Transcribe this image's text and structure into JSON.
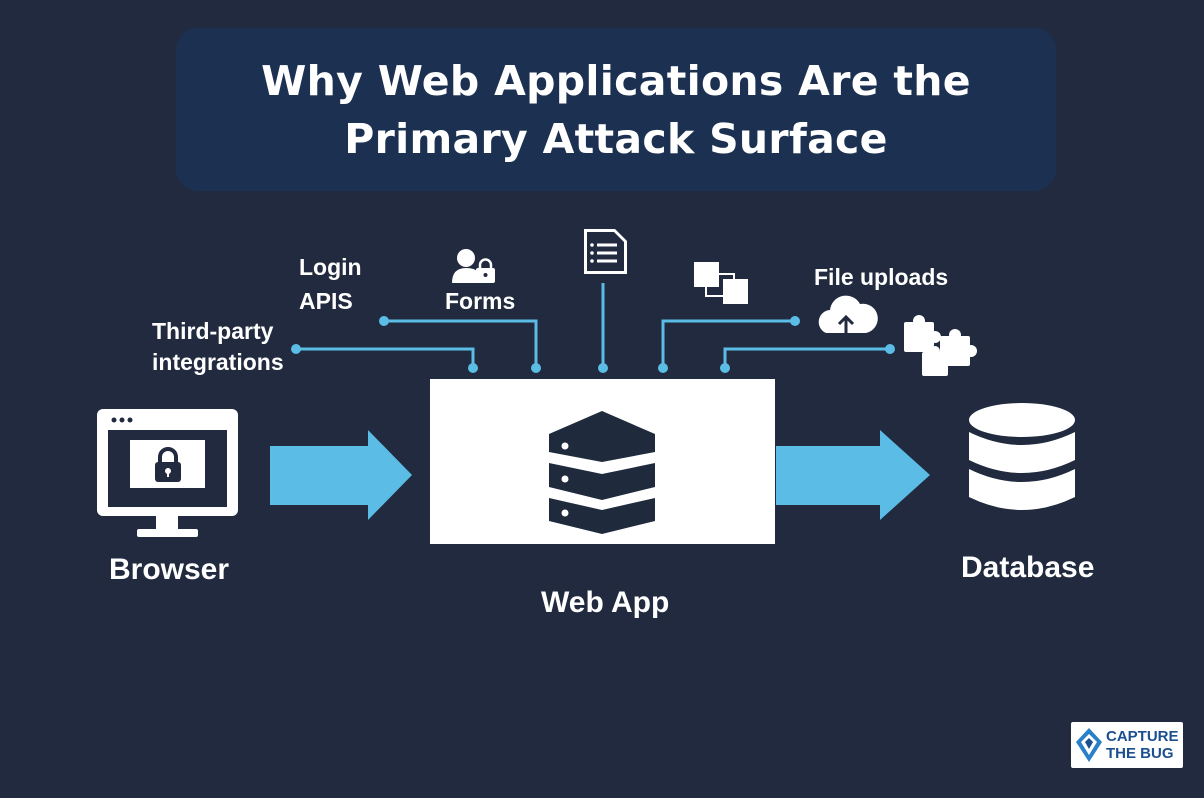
{
  "title": {
    "line1": "Why Web Applications Are the",
    "line2": "Primary Attack Surface"
  },
  "nodes": {
    "browser": "Browser",
    "web_app": "Web App",
    "database": "Database"
  },
  "entry_points": {
    "login": "Login",
    "apis": "APIS",
    "third_party_line1": "Third-party",
    "third_party_line2": "integrations",
    "forms": "Forms",
    "file_uploads": "File uploads"
  },
  "logo": {
    "line1": "CAPTURE",
    "line2": "THE BUG"
  },
  "colors": {
    "background": "#212a3e",
    "title_box": "#1c3152",
    "arrow": "#5bbde6",
    "connector": "#5bbde6",
    "icon_dark": "#1f2a3c",
    "logo_blue": "#1b4f8f"
  },
  "icons": [
    "lock-icon",
    "user-lock-icon",
    "document-icon",
    "windows-icon",
    "cloud-upload-icon",
    "puzzle-icon",
    "server-stack-icon",
    "database-icon"
  ]
}
